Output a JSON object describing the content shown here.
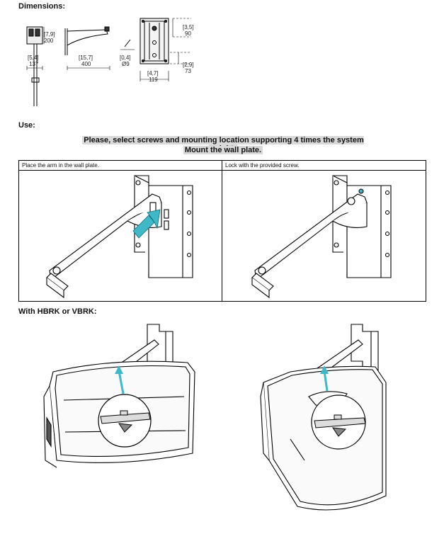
{
  "headings": {
    "dimensions": "Dimensions:",
    "use": "Use:",
    "hbrk": "With HBRK or VBRK:"
  },
  "dimensions": {
    "d1_in": "[7,9]",
    "d1_mm": "200",
    "d2_in": "[5,4]",
    "d2_mm": "137",
    "d3_in": "[15,7]",
    "d3_mm": "400",
    "d4_in": "[0,4]",
    "d4_mm": "Ø9",
    "d5_in": "[3,5]",
    "d5_mm": "90",
    "d6_in": "[2,9]",
    "d6_mm": "73",
    "d7_in": "[4,7]",
    "d7_mm": "119"
  },
  "use": {
    "notice_line1": "Please, select screws and mounting location supporting 4 times the system weight.",
    "notice_line2": "Mount the wall plate.",
    "step1_caption": "Place the arm in the wall plate.",
    "step2_caption": "Lock with the provided screw."
  },
  "colors": {
    "arrow": "#3fb8c8",
    "highlight": "#d9d9d9"
  }
}
